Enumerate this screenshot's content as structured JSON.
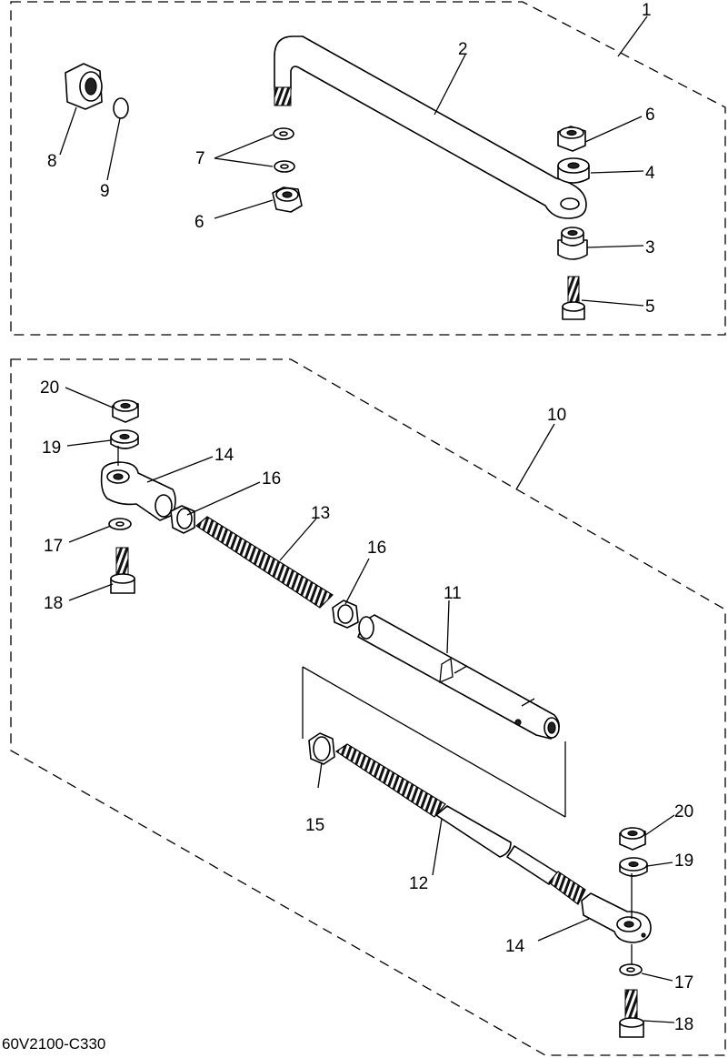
{
  "diagram": {
    "drawing_code": "60V2100-C330",
    "upper_group": {
      "group_callout": "1",
      "callouts": [
        "2",
        "3",
        "4",
        "5",
        "6",
        "6",
        "7",
        "8",
        "9"
      ]
    },
    "lower_group": {
      "group_callout": "10",
      "callouts": [
        "11",
        "12",
        "13",
        "14",
        "14",
        "15",
        "16",
        "16",
        "17",
        "17",
        "18",
        "18",
        "19",
        "19",
        "20",
        "20"
      ]
    }
  }
}
